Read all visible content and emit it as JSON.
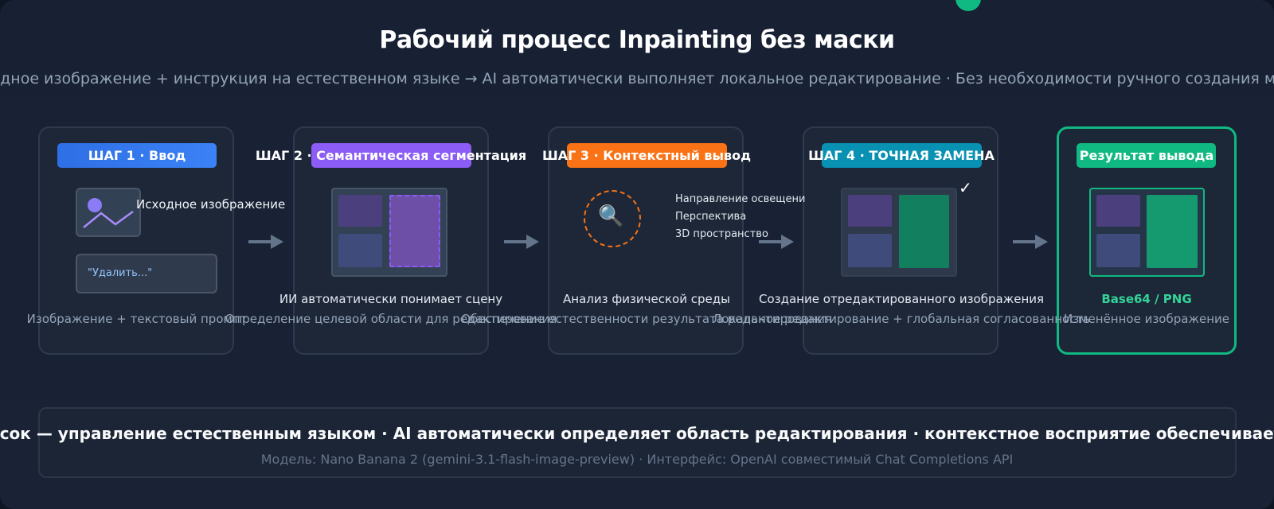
{
  "title": "Рабочий процесс Inpainting без маски",
  "subtitle": "Исходное изображение + инструкция на естественном языке → AI автоматически выполняет локальное редактирование · Без необходимости ручного создания масок",
  "colors": {
    "step1": "#3b82f6",
    "step2": "#8b5cf6",
    "step3": "#f97316",
    "step4": "#06b6d4",
    "result": "#10b981",
    "arrow": "#64748b"
  },
  "steps": [
    {
      "label": "ШАГ 1 · Ввод",
      "source_label": "Исходное изображение",
      "prompt_text": "\"Удалить...\"",
      "desc": "Изображение + текстовый промпт"
    },
    {
      "label": "ШАГ 2 · Семантическая сегментация",
      "caption": "ИИ автоматически понимает сцену",
      "desc": "Определение целевой области для редактирования"
    },
    {
      "label": "ШАГ 3 · Контекстный вывод",
      "props": [
        "Направление освещения",
        "Перспектива",
        "3D пространство"
      ],
      "caption": "Анализ физической среды",
      "desc": "Обеспечение естественности результата редактирования"
    },
    {
      "label": "ШАГ 4 · ТОЧНАЯ ЗАМЕНА",
      "caption": "Создание отредактированного изображения",
      "desc": "Локальное редактирование + глобальная согласованность"
    }
  ],
  "result": {
    "label": "Результат вывода",
    "format": "Base64 / PNG",
    "desc": "Изменённое изображение"
  },
  "bottom": {
    "headline": "Полный процесс без масок — управление естественным языком · AI автоматически определяет область редактирования · контекстное восприятие обеспечивает естественное слияние",
    "note": "Модель: Nano Banana 2 (gemini-3.1-flash-image-preview) · Интерфейс: OpenAI совместимый Chat Completions API"
  },
  "icons": {
    "image": "image-icon",
    "magnifier": "magnifier-icon",
    "check": "check-icon",
    "arrow": "arrow-right-icon"
  }
}
